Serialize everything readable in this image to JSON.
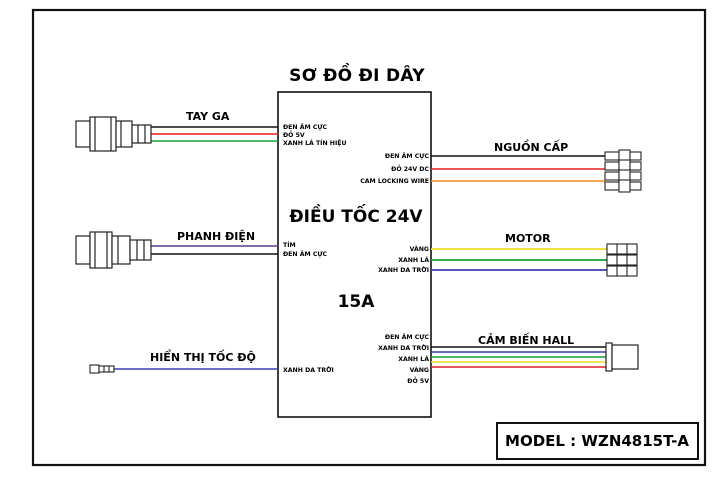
{
  "diagram": {
    "title": "SƠ ĐỒ ĐI DÂY",
    "controller": {
      "name": "ĐIỀU TỐC 24V",
      "rating": "15A"
    },
    "model": "MODEL : WZN4815T-A",
    "colors": {
      "black": "#111111",
      "red": "#e02020",
      "green": "#17a038",
      "orange": "#ef8a1e",
      "yellow": "#ecdb2a",
      "blue": "#3b3fae",
      "purple": "#5c3b8c",
      "grey": "#9a9a9a"
    },
    "connections": [
      {
        "id": "throttle",
        "label": "TAY GA",
        "wires": [
          {
            "label": "ĐEN ÂM CỰC",
            "color": "black"
          },
          {
            "label": "ĐỎ 5V",
            "color": "red"
          },
          {
            "label": "XANH LÁ TÍN HIỆU",
            "color": "green"
          }
        ]
      },
      {
        "id": "power",
        "label": "NGUỒN CẤP",
        "wires": [
          {
            "label": "ĐEN ÂM CỰC",
            "color": "black"
          },
          {
            "label": "ĐỎ 24V DC",
            "color": "red"
          },
          {
            "label": "CAM LOCKING WIRE",
            "color": "orange"
          }
        ]
      },
      {
        "id": "brake",
        "label": "PHANH ĐIỆN",
        "wires": [
          {
            "label": "TÍM",
            "color": "purple"
          },
          {
            "label": "ĐEN ÂM CỰC",
            "color": "black"
          }
        ]
      },
      {
        "id": "motor",
        "label": "MOTOR",
        "wires": [
          {
            "label": "VÀNG",
            "color": "yellow"
          },
          {
            "label": "XANH LÁ",
            "color": "green"
          },
          {
            "label": "XANH DA TRỜI",
            "color": "blue"
          }
        ]
      },
      {
        "id": "speed",
        "label": "HIỂN THỊ TỐC ĐỘ",
        "wires": [
          {
            "label": "XANH DA TRỜI",
            "color": "blue"
          }
        ]
      },
      {
        "id": "hall",
        "label": "CẢM BIẾN HALL",
        "wires": [
          {
            "label": "ĐEN ÂM CỰC",
            "color": "black"
          },
          {
            "label": "XANH DA TRỜI",
            "color": "blue"
          },
          {
            "label": "XANH LÁ",
            "color": "green"
          },
          {
            "label": "VÀNG",
            "color": "yellow"
          },
          {
            "label": "ĐỎ 5V",
            "color": "red"
          }
        ]
      }
    ]
  }
}
